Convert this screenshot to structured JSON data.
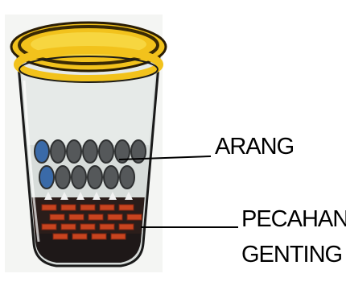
{
  "diagram": {
    "labels": {
      "arang": "ARANG",
      "pecahan_line1": "PECAHAN",
      "pecahan_line2": "GENTING"
    },
    "colors": {
      "rim": "#f2c21c",
      "rim_dark": "#3a2a05",
      "cup_wall": "#cfd6d3",
      "cup_outline": "#1a1a1a",
      "charcoal": "#55585a",
      "charcoal_dark": "#2e3031",
      "charcoal_blue": "#3a6aa8",
      "tile": "#c8441f",
      "tile_dark": "#7a2410",
      "bottom_dark": "#1a1414",
      "leader_line": "#000000",
      "background": "#ffffff"
    }
  }
}
